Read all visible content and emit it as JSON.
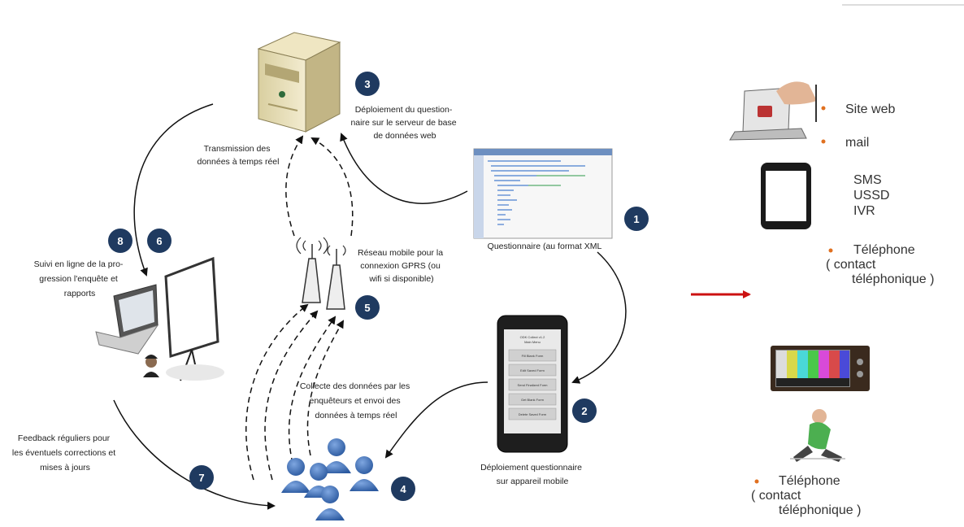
{
  "diagram": {
    "labels": {
      "transmission": [
        "Transmission des",
        "données à temps réel"
      ],
      "deploiement_serveur": [
        "Déploiement du question-",
        "naire sur le serveur de base",
        "de données web"
      ],
      "questionnaire_xml": [
        "Questionnaire (au format XML"
      ],
      "reseau_mobile": [
        "Réseau mobile pour la",
        "connexion GPRS (ou",
        "wifi si disponible)"
      ],
      "suivi": [
        "Suivi en ligne de la pro-",
        "gression l'enquête et",
        "rapports"
      ],
      "collecte": [
        "Collecte des données par les",
        "enquêteurs et envoi des",
        "données à temps réel"
      ],
      "deploiement_mobile": [
        "Déploiement questionnaire",
        "sur appareil mobile"
      ],
      "feedback": [
        "Feedback réguliers pour",
        "les éventuels corrections et",
        "mises à jours"
      ]
    },
    "badges": [
      "1",
      "2",
      "3",
      "4",
      "5",
      "6",
      "7",
      "8"
    ],
    "phone_screen": {
      "header": [
        "ODK Collect v1.2",
        "Main Menu"
      ],
      "buttons": [
        "Fill Blank Form",
        "Edit Saved Form",
        "Send Finalized Form",
        "Get Blank Form",
        "Delete Saved Form"
      ]
    }
  },
  "right_panel": {
    "site_web": "Site web",
    "mail": "mail",
    "sms_lines": [
      "SMS",
      "USSD",
      "IVR"
    ],
    "telephone_1": [
      "Téléphone",
      "( contact",
      "téléphonique )"
    ],
    "telephone_2": [
      "Téléphone",
      "( contact",
      "téléphonique )"
    ]
  },
  "colors": {
    "badge": "#1f3a60",
    "arrow_red": "#cc1111",
    "people_blue": "#3b6fb6"
  }
}
